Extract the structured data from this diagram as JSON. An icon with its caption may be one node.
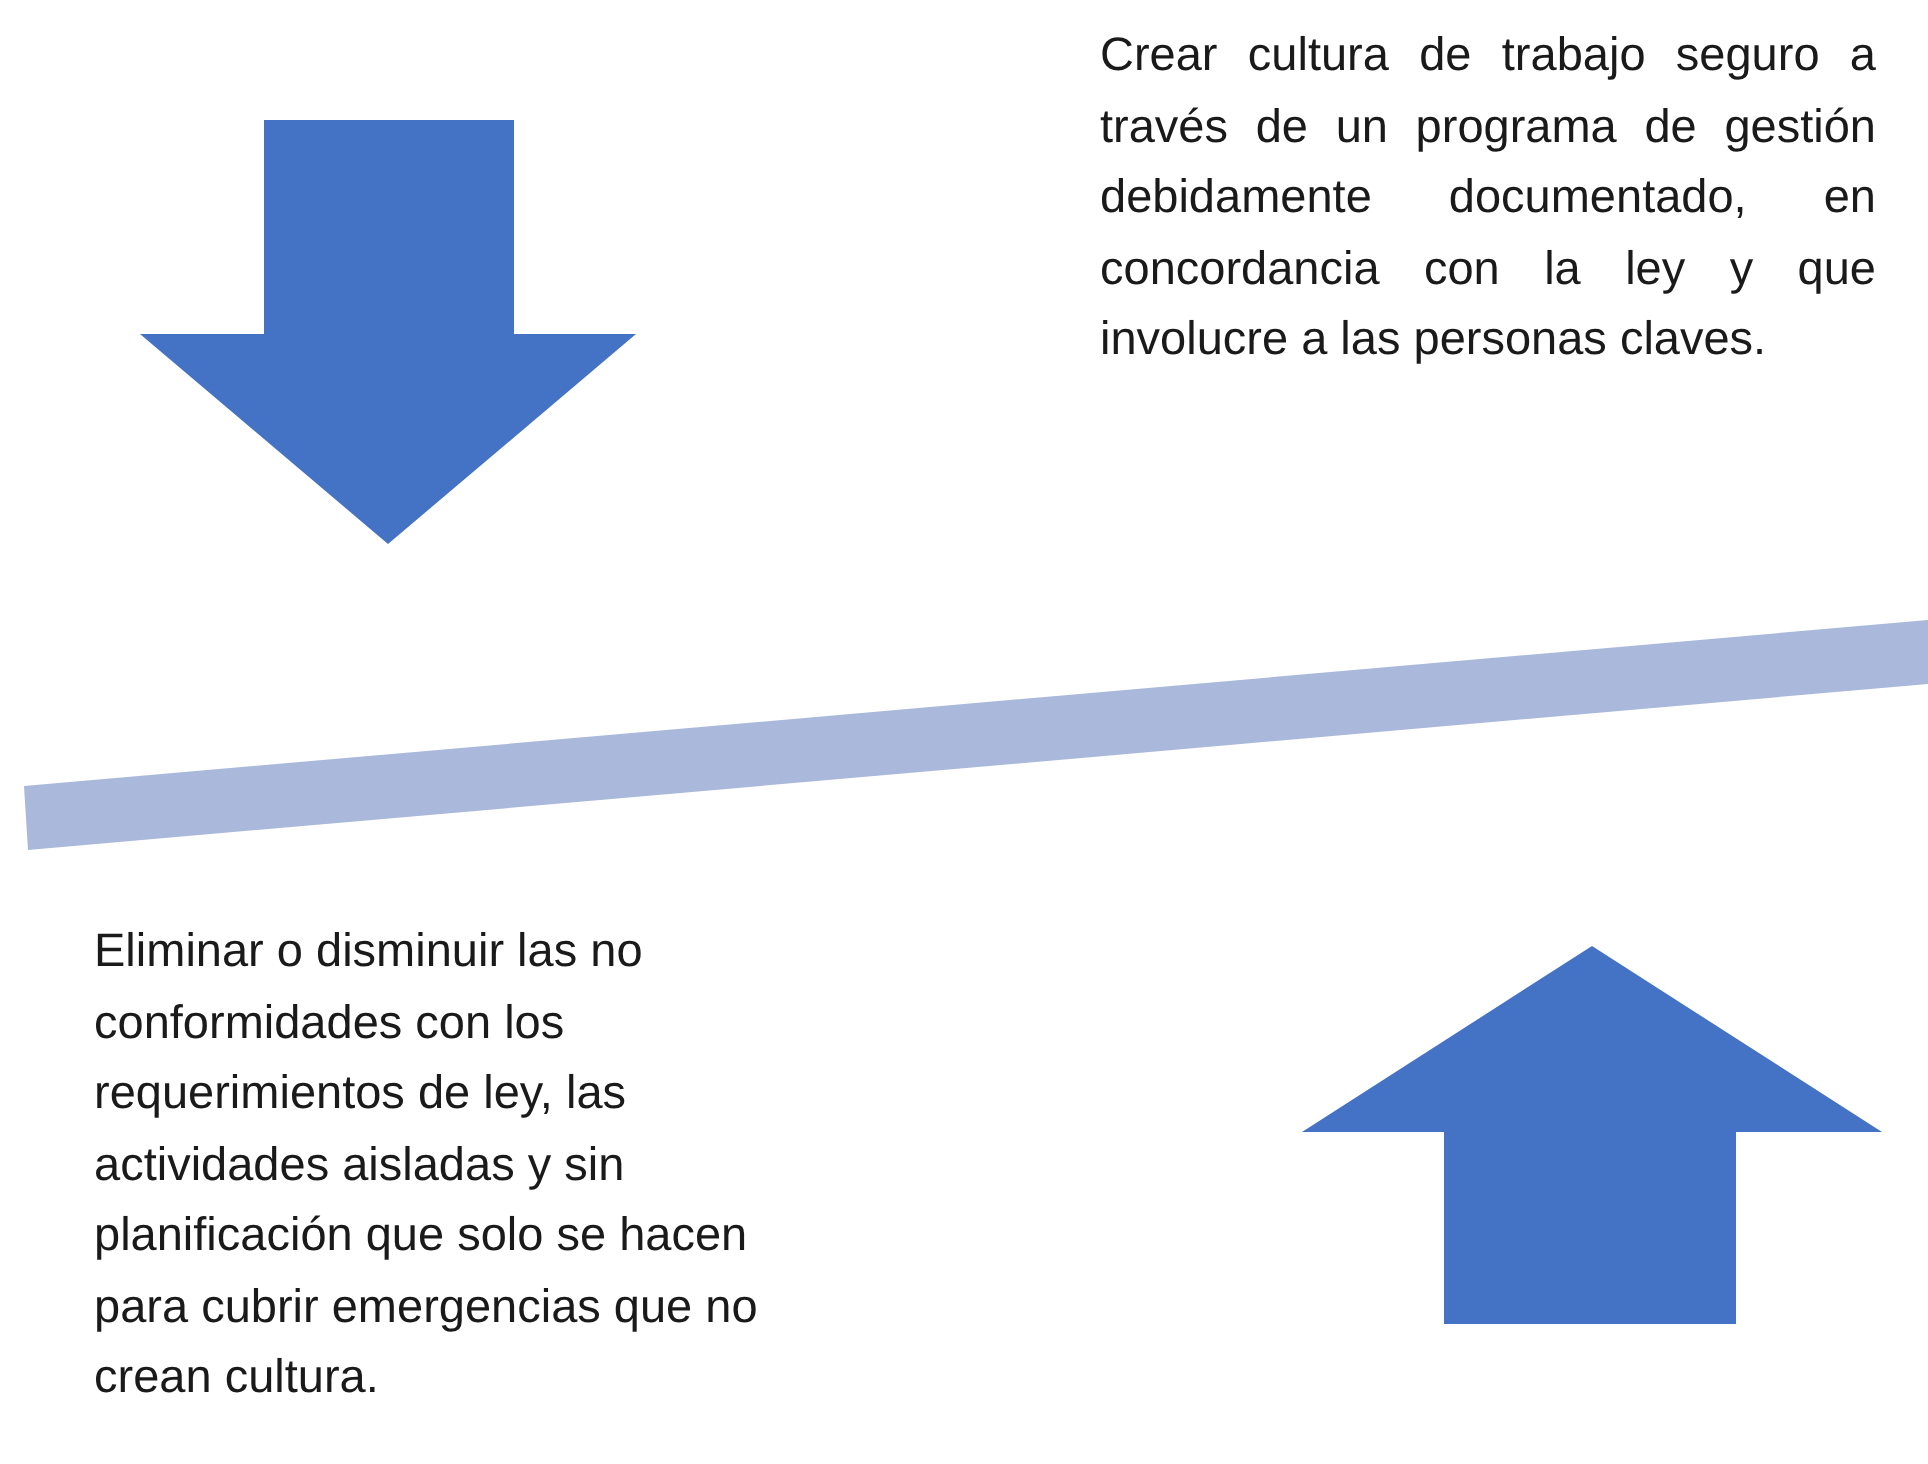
{
  "diagram": {
    "nodes": [
      {
        "text": [],
        "shape": "bar"
      }
    ],
    "labels": [
      "Crear cultura de trabajo seguro a través de un programa de gestión debidamente documentado, en concordancia con la ley y que involucre a las personas claves.",
      "Eliminar o disminuir las no conformidades con los requerimientos de ley, las actividades aisladas y sin planificación que solo se hacen para cubrir emergencias que no crean cultura."
    ]
  }
}
